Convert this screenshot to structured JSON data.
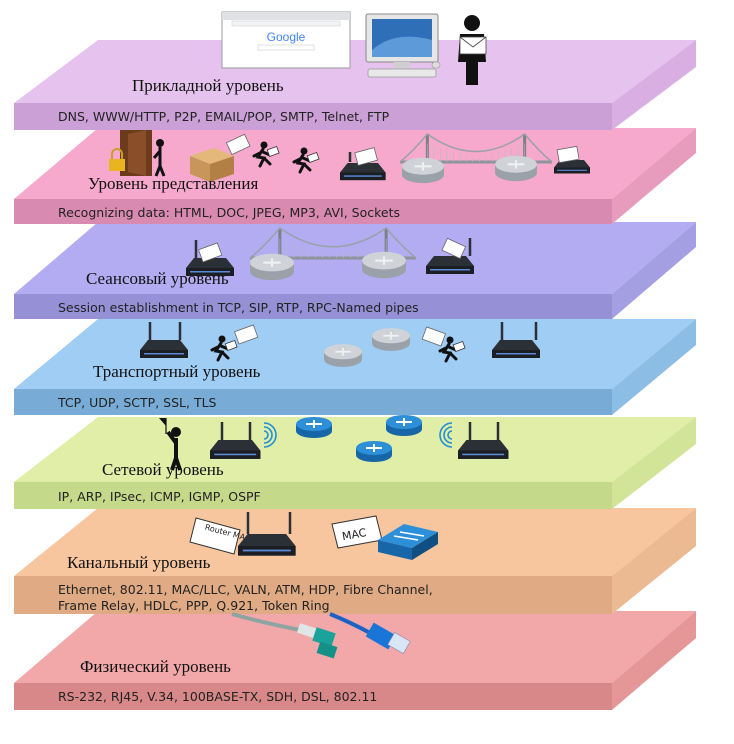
{
  "layers": [
    {
      "title": "Прикладной уровень",
      "protocols": [
        "DNS, WWW/HTTP, P2P, EMAIL/POP, SMTP, Telnet, FTP"
      ],
      "top_color": "#e6c3ee",
      "front_color": "#caa0d6",
      "side_color": "#d9aee2"
    },
    {
      "title": "Уровень представления",
      "protocols": [
        "Recognizing data: HTML, DOC, JPEG, MP3, AVI, Sockets"
      ],
      "top_color": "#f6a9cc",
      "front_color": "#d98ab0",
      "side_color": "#e79bbd"
    },
    {
      "title": "Сеансовый уровень",
      "protocols": [
        "Session establishment in TCP, SIP, RTP, RPC-Named pipes"
      ],
      "top_color": "#b3acf2",
      "front_color": "#9690d6",
      "side_color": "#a49fe3"
    },
    {
      "title": "Транспортный уровень",
      "protocols": [
        "TCP, UDP, SCTP, SSL, TLS"
      ],
      "top_color": "#9fcdf4",
      "front_color": "#78acd6",
      "side_color": "#8cbde5"
    },
    {
      "title": "Сетевой уровень",
      "protocols": [
        "IP, ARP, IPsec, ICMP, IGMP, OSPF"
      ],
      "top_color": "#e0eea7",
      "front_color": "#c5d98a",
      "side_color": "#d2e498"
    },
    {
      "title": "Канальный уровень",
      "protocols": [
        "Ethernet, 802.11, MAC/LLC, VALN, ATM, HDP, Fibre Channel,",
        "Frame Relay, HDLC,  PPP, Q.921, Token Ring"
      ],
      "top_color": "#f7c69f",
      "front_color": "#e0ab84",
      "side_color": "#ebb992"
    },
    {
      "title": "Физический уровень",
      "protocols": [
        "RS-232, RJ45, V.34, 100BASE-TX, SDH, DSL, 802.11"
      ],
      "top_color": "#f2a8a8",
      "front_color": "#d88888",
      "side_color": "#e59797"
    }
  ],
  "labels": {
    "search_logo": "Google",
    "router_mac_tag": "Router MAC",
    "mac_tag": "MAC"
  },
  "icons": [
    "browser-window-icon",
    "computer-monitor-icon",
    "person-with-envelope-icon",
    "open-door-icon",
    "lock-icon",
    "box-icon",
    "running-courier-icon",
    "router-icon",
    "bridge-icon",
    "switch-icon",
    "wifi-signal-icon",
    "flag-person-icon",
    "fiber-cable-icon",
    "ethernet-cable-icon"
  ]
}
